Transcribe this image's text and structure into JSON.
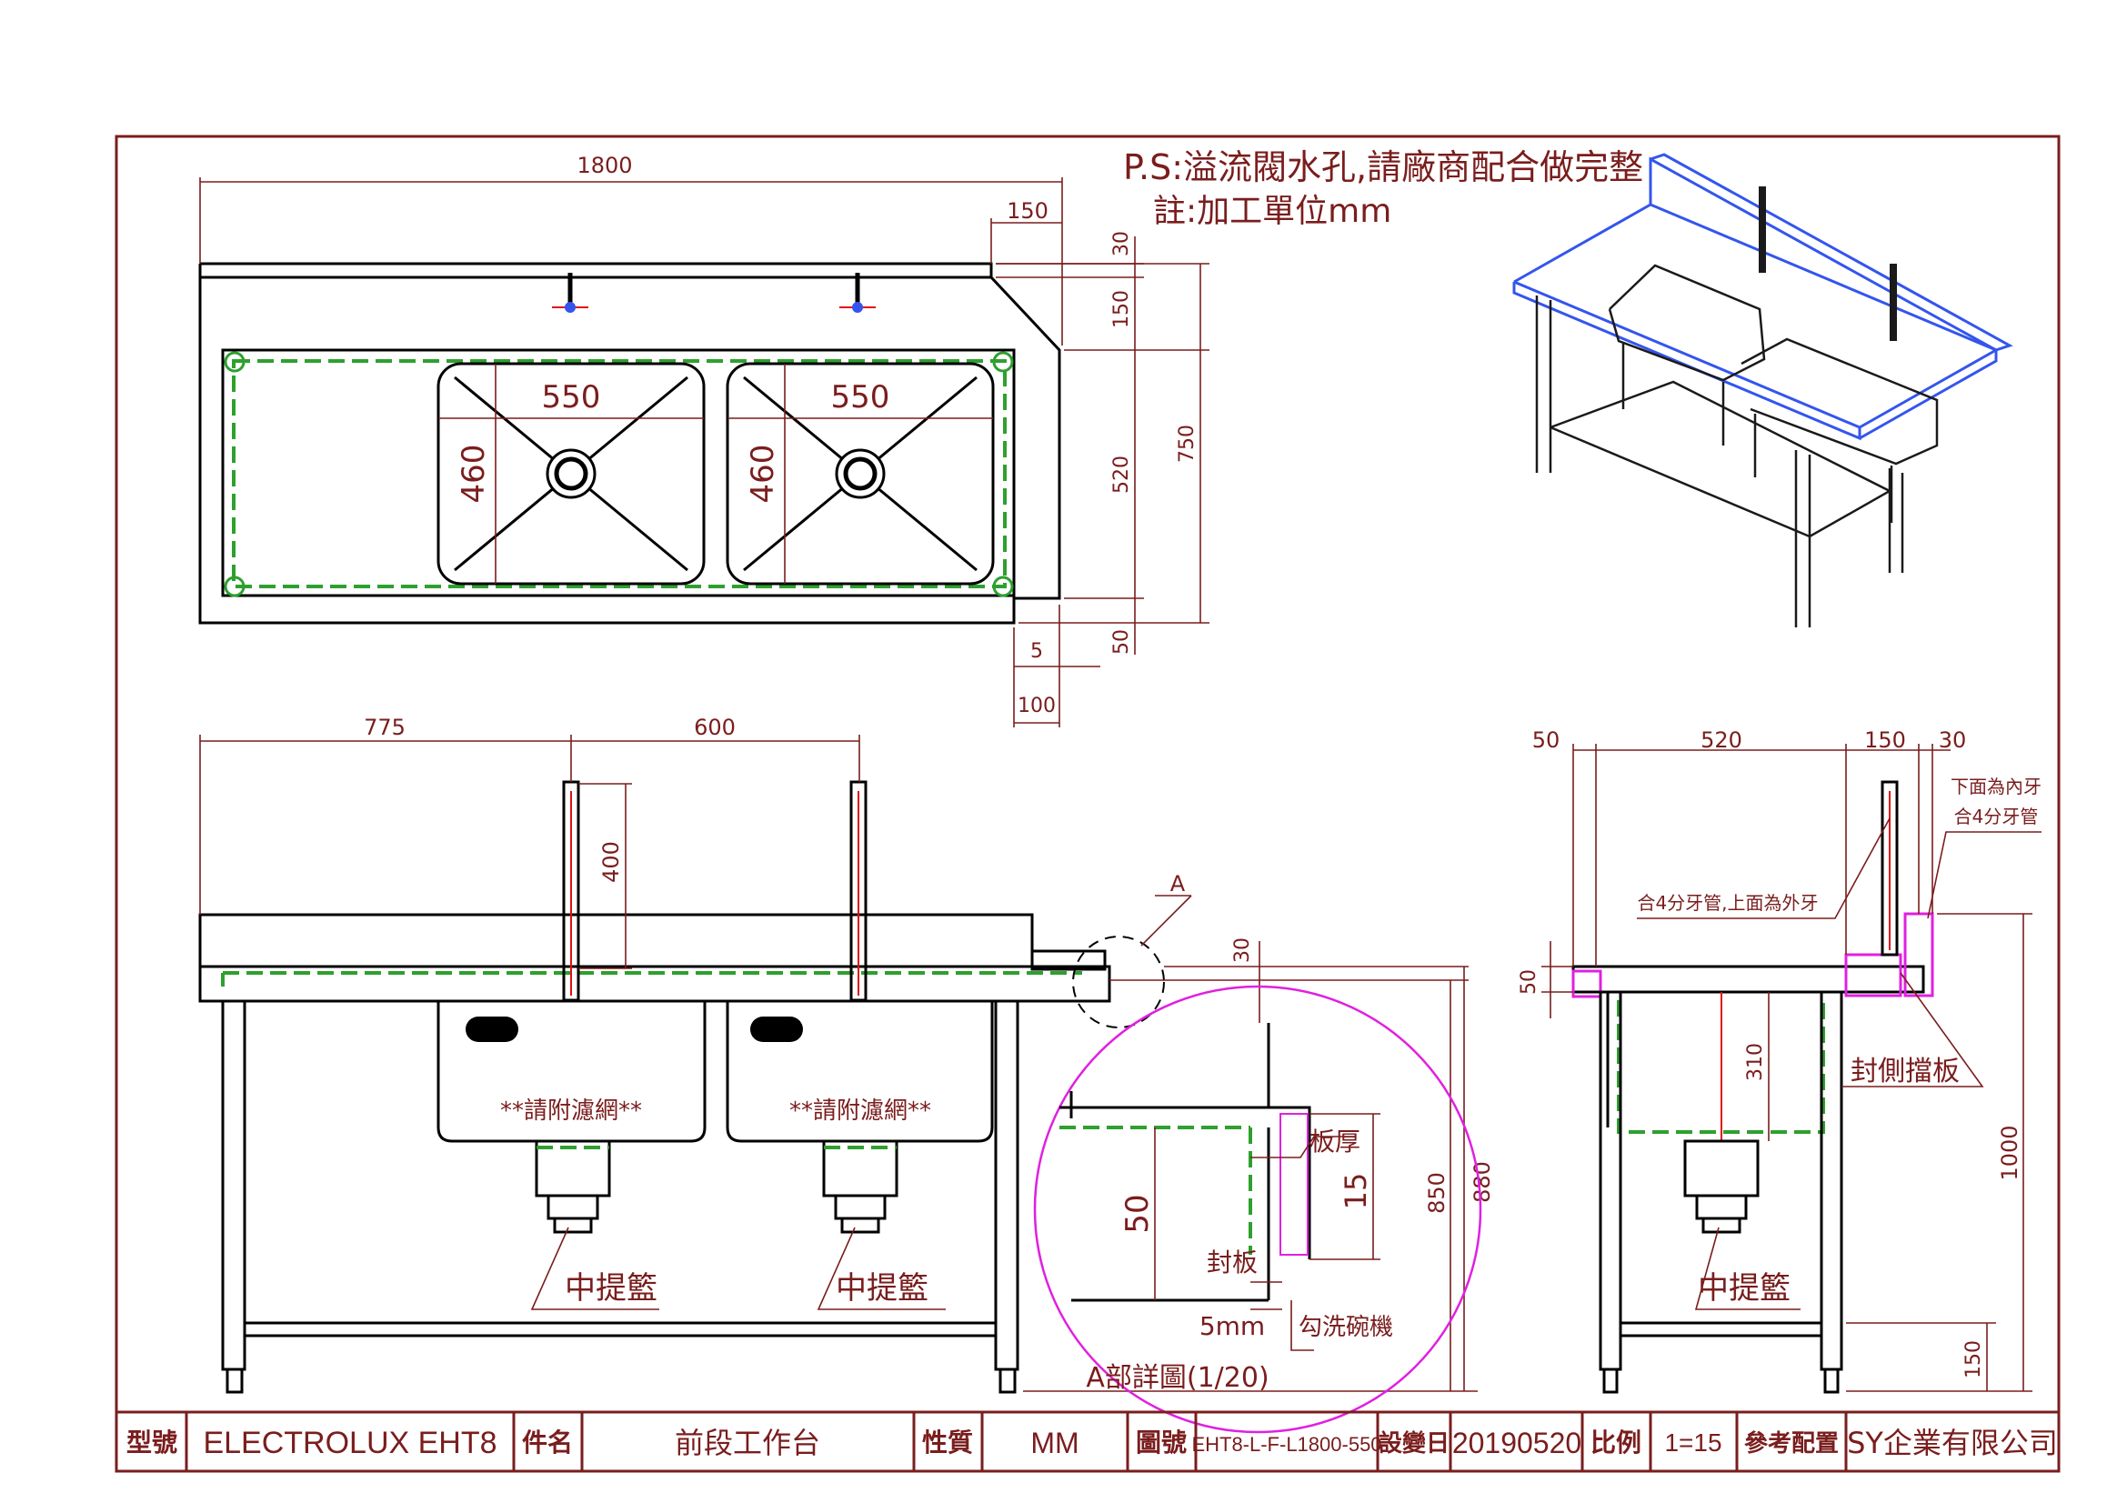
{
  "notes": {
    "ps": "P.S:溢流閥水孔,請廠商配合做完整",
    "unit": "註:加工單位mm"
  },
  "top_view": {
    "dim_length": "1800",
    "dim_corner": "150",
    "dim_30": "30",
    "dim_150": "150",
    "dim_520": "520",
    "dim_750": "750",
    "dim_50": "50",
    "dim_5": "5",
    "dim_100": "100",
    "sink1_w": "550",
    "sink1_d": "460",
    "sink2_w": "550",
    "sink2_d": "460"
  },
  "front_view": {
    "dim_775": "775",
    "dim_600": "600",
    "dim_400": "400",
    "dim_30": "30",
    "dim_850": "850",
    "dim_880": "880",
    "detail_marker": "A",
    "filter_note_1": "**請附濾網**",
    "filter_note_2": "**請附濾網**",
    "basket_1": "中提籃",
    "basket_2": "中提籃"
  },
  "detail": {
    "label_thickness": "板厚",
    "dim_15": "15",
    "dim_50": "50",
    "label_seal": "封板",
    "dim_5mm": "5mm",
    "label_hook": "勾洗碗機",
    "title": "A部詳圖(1/20)"
  },
  "side_view": {
    "dim_50_top": "50",
    "dim_520": "520",
    "dim_150": "150",
    "dim_30": "30",
    "note_inner_thread": "下面為內牙",
    "note_pipe": "合4分牙管",
    "note_pipe_outer": "合4分牙管,上面為外牙",
    "dim_50_side": "50",
    "dim_310": "310",
    "label_side_panel": "封側擋板",
    "dim_1000": "1000",
    "dim_150_bottom": "150",
    "basket": "中提籃"
  },
  "title_block": {
    "model_label": "型號",
    "model_value": "ELECTROLUX EHT8",
    "part_label": "件名",
    "part_value": "前段工作台",
    "material_label": "性質",
    "material_value": "MM",
    "drawing_label": "圖號",
    "drawing_value": "EHT8-L-F-L1800-550",
    "date_label": "設變日",
    "date_value": "20190520",
    "scale_label": "比例",
    "scale_value": "1=15",
    "ref_label": "參考配置",
    "company": "SY企業有限公司"
  },
  "colors": {
    "line": "#7a1d1d",
    "dashed_green": "#2ea02e",
    "pipe_red": "#e01010",
    "detail_circle": "#e020e0",
    "iso_blue": "#3355ee"
  }
}
